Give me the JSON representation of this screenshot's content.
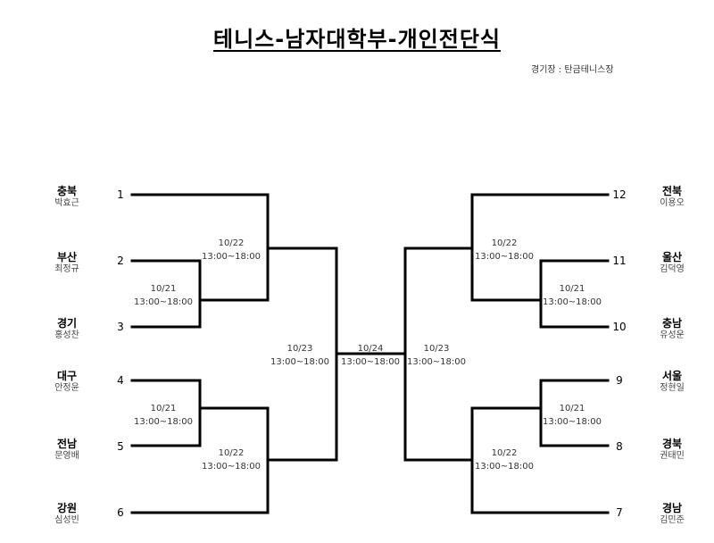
{
  "title": "테니스-남자대학부-개인전단식",
  "venue": "경기장 : 탄금테니스장",
  "left_players": [
    {
      "seed": "1",
      "region": "충북",
      "name": "박효근"
    },
    {
      "seed": "2",
      "region": "부산",
      "name": "최정규"
    },
    {
      "seed": "3",
      "region": "경기",
      "name": "홍성찬"
    },
    {
      "seed": "4",
      "region": "대구",
      "name": "안정윤"
    },
    {
      "seed": "5",
      "region": "전남",
      "name": "문영배"
    },
    {
      "seed": "6",
      "region": "강원",
      "name": "심성빈"
    }
  ],
  "right_players": [
    {
      "seed": "12",
      "region": "전북",
      "name": "이용오"
    },
    {
      "seed": "11",
      "region": "울산",
      "name": "김덕영"
    },
    {
      "seed": "10",
      "region": "충남",
      "name": "유성운"
    },
    {
      "seed": "9",
      "region": "서울",
      "name": "정현일"
    },
    {
      "seed": "8",
      "region": "경북",
      "name": "권태민"
    },
    {
      "seed": "7",
      "region": "경남",
      "name": "김민준"
    }
  ],
  "matches": {
    "l_r1_top": {
      "date": "10/21",
      "time": "13:00~18:00"
    },
    "l_r1_bot": {
      "date": "10/21",
      "time": "13:00~18:00"
    },
    "l_r2_top": {
      "date": "10/22",
      "time": "13:00~18:00"
    },
    "l_r2_bot": {
      "date": "10/22",
      "time": "13:00~18:00"
    },
    "l_semi": {
      "date": "10/23",
      "time": "13:00~18:00"
    },
    "final": {
      "date": "10/24",
      "time": "13:00~18:00"
    },
    "r_semi": {
      "date": "10/23",
      "time": "13:00~18:00"
    },
    "r_r2_top": {
      "date": "10/22",
      "time": "13:00~18:00"
    },
    "r_r2_bot": {
      "date": "10/22",
      "time": "13:00~18:00"
    },
    "r_r1_top": {
      "date": "10/21",
      "time": "13:00~18:00"
    },
    "r_r1_bot": {
      "date": "10/21",
      "time": "13:00~18:00"
    }
  }
}
